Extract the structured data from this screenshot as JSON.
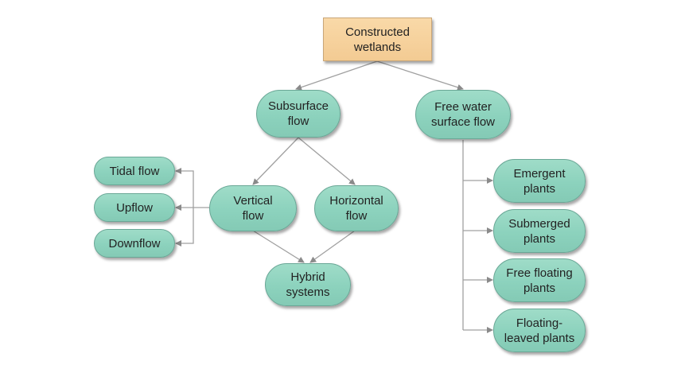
{
  "title": "Constructed wetlands classification",
  "colors": {
    "root_fill": "#f6d09a",
    "node_fill": "#8ed3be",
    "edge": "#9a9a9a",
    "text": "#222222"
  },
  "nodes": {
    "root": "Constructed\nwetlands",
    "subsurface": "Subsurface\nflow",
    "free_water": "Free water\nsurface flow",
    "tidal": "Tidal flow",
    "upflow": "Upflow",
    "downflow": "Downflow",
    "vertical": "Vertical\nflow",
    "horizontal": "Horizontal\nflow",
    "hybrid": "Hybrid\nsystems",
    "emergent": "Emergent\nplants",
    "submerged": "Submerged\nplants",
    "free_floating": "Free floating\nplants",
    "floating_leaved": "Floating-\nleaved plants"
  },
  "edges": [
    [
      "root",
      "subsurface"
    ],
    [
      "root",
      "free_water"
    ],
    [
      "subsurface",
      "vertical"
    ],
    [
      "subsurface",
      "horizontal"
    ],
    [
      "vertical",
      "hybrid"
    ],
    [
      "horizontal",
      "hybrid"
    ],
    [
      "vertical",
      "tidal"
    ],
    [
      "vertical",
      "upflow"
    ],
    [
      "vertical",
      "downflow"
    ],
    [
      "free_water",
      "emergent"
    ],
    [
      "free_water",
      "submerged"
    ],
    [
      "free_water",
      "free_floating"
    ],
    [
      "free_water",
      "floating_leaved"
    ]
  ]
}
